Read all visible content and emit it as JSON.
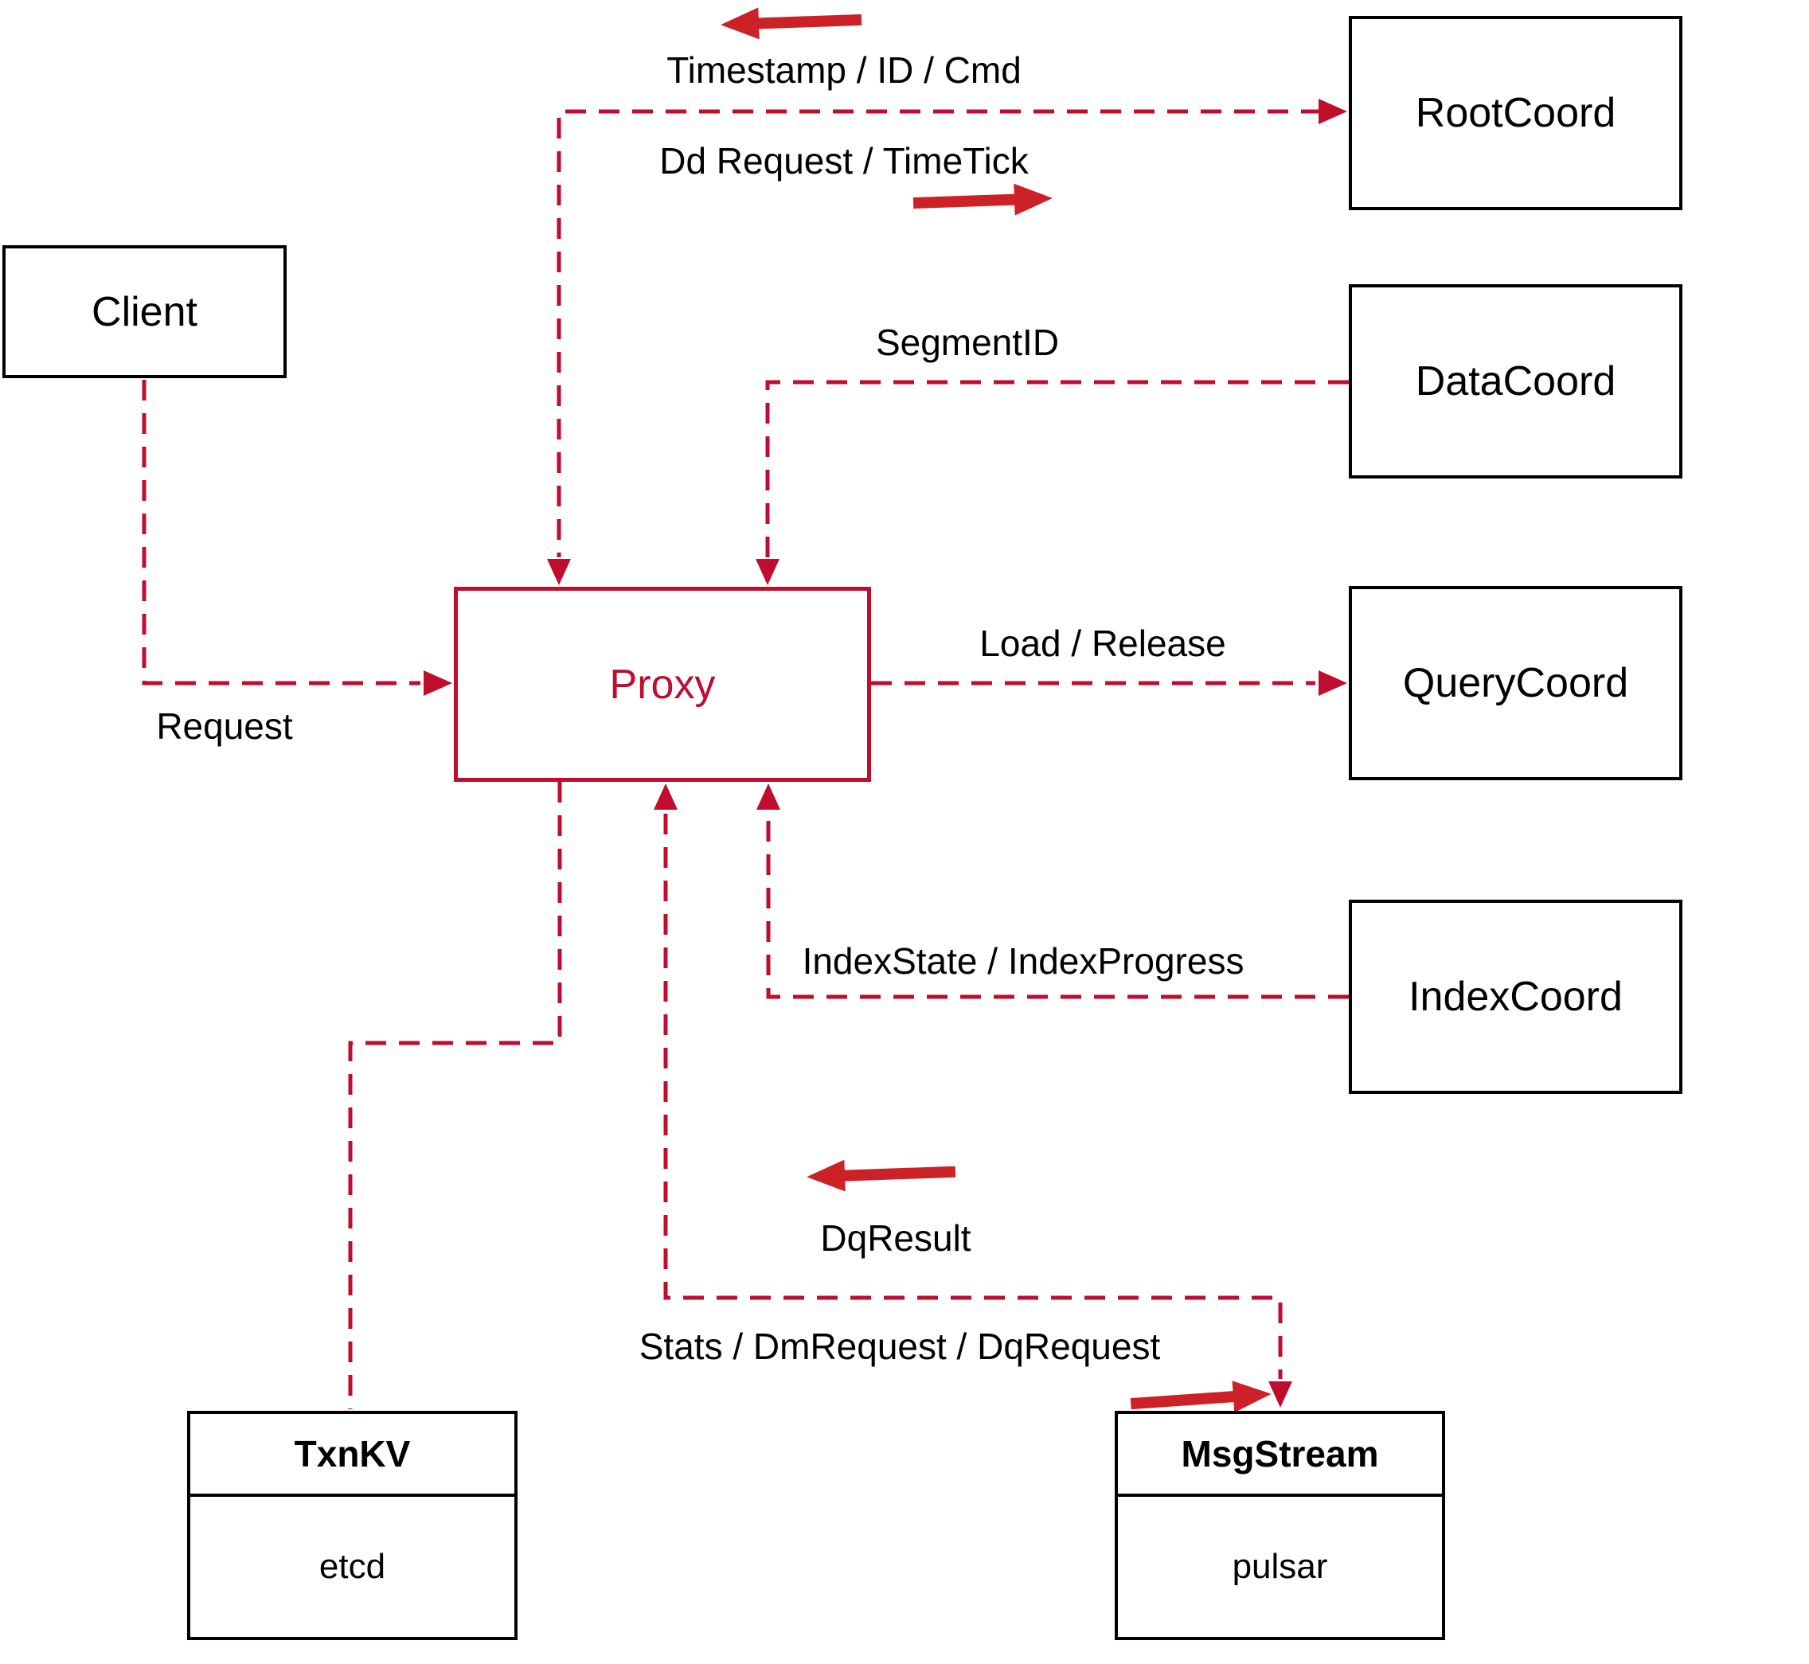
{
  "diagram": {
    "nodes": {
      "client": {
        "label": "Client"
      },
      "proxy": {
        "label": "Proxy"
      },
      "root_coord": {
        "label": "RootCoord"
      },
      "data_coord": {
        "label": "DataCoord"
      },
      "query_coord": {
        "label": "QueryCoord"
      },
      "index_coord": {
        "label": "IndexCoord"
      },
      "txn_kv": {
        "title": "TxnKV",
        "body": "etcd"
      },
      "msg_stream": {
        "title": "MsgStream",
        "body": "pulsar"
      }
    },
    "edge_labels": {
      "timestamp_id_cmd": "Timestamp / ID / Cmd",
      "dd_request_timetick": "Dd Request / TimeTick",
      "segment_id": "SegmentID",
      "request": "Request",
      "load_release": "Load / Release",
      "index_state_progress": "IndexState / IndexProgress",
      "dq_result": "DqResult",
      "stats_dm_dq_request": "Stats / DmRequest / DqRequest"
    },
    "colors": {
      "line_red": "#bf0d2e",
      "arrow_red": "#cc2127",
      "box_black": "#000000",
      "text_black": "#000000",
      "background": "#ffffff"
    }
  }
}
